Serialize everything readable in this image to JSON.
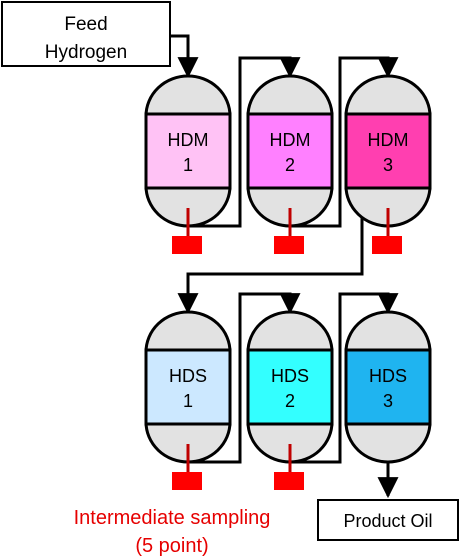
{
  "feed": {
    "line1": "Feed",
    "line2": "Hydrogen"
  },
  "reactors": [
    {
      "line1": "HDM",
      "line2": "1",
      "color": "#ffc2f5"
    },
    {
      "line1": "HDM",
      "line2": "2",
      "color": "#ff80ff"
    },
    {
      "line1": "HDM",
      "line2": "3",
      "color": "#ff3fb0"
    },
    {
      "line1": "HDS",
      "line2": "1",
      "color": "#cce8ff"
    },
    {
      "line1": "HDS",
      "line2": "2",
      "color": "#33ffff"
    },
    {
      "line1": "HDS",
      "line2": "3",
      "color": "#1fb4f0"
    }
  ],
  "product": {
    "label": "Product Oil"
  },
  "sampling": {
    "line1": "Intermediate sampling",
    "line2": "(5 point)",
    "color": "#e60000"
  },
  "colors": {
    "vessel_fill": "#e2e2e2",
    "outline": "#000000",
    "sample_port": "#ff0000",
    "sample_line": "#c00000"
  }
}
